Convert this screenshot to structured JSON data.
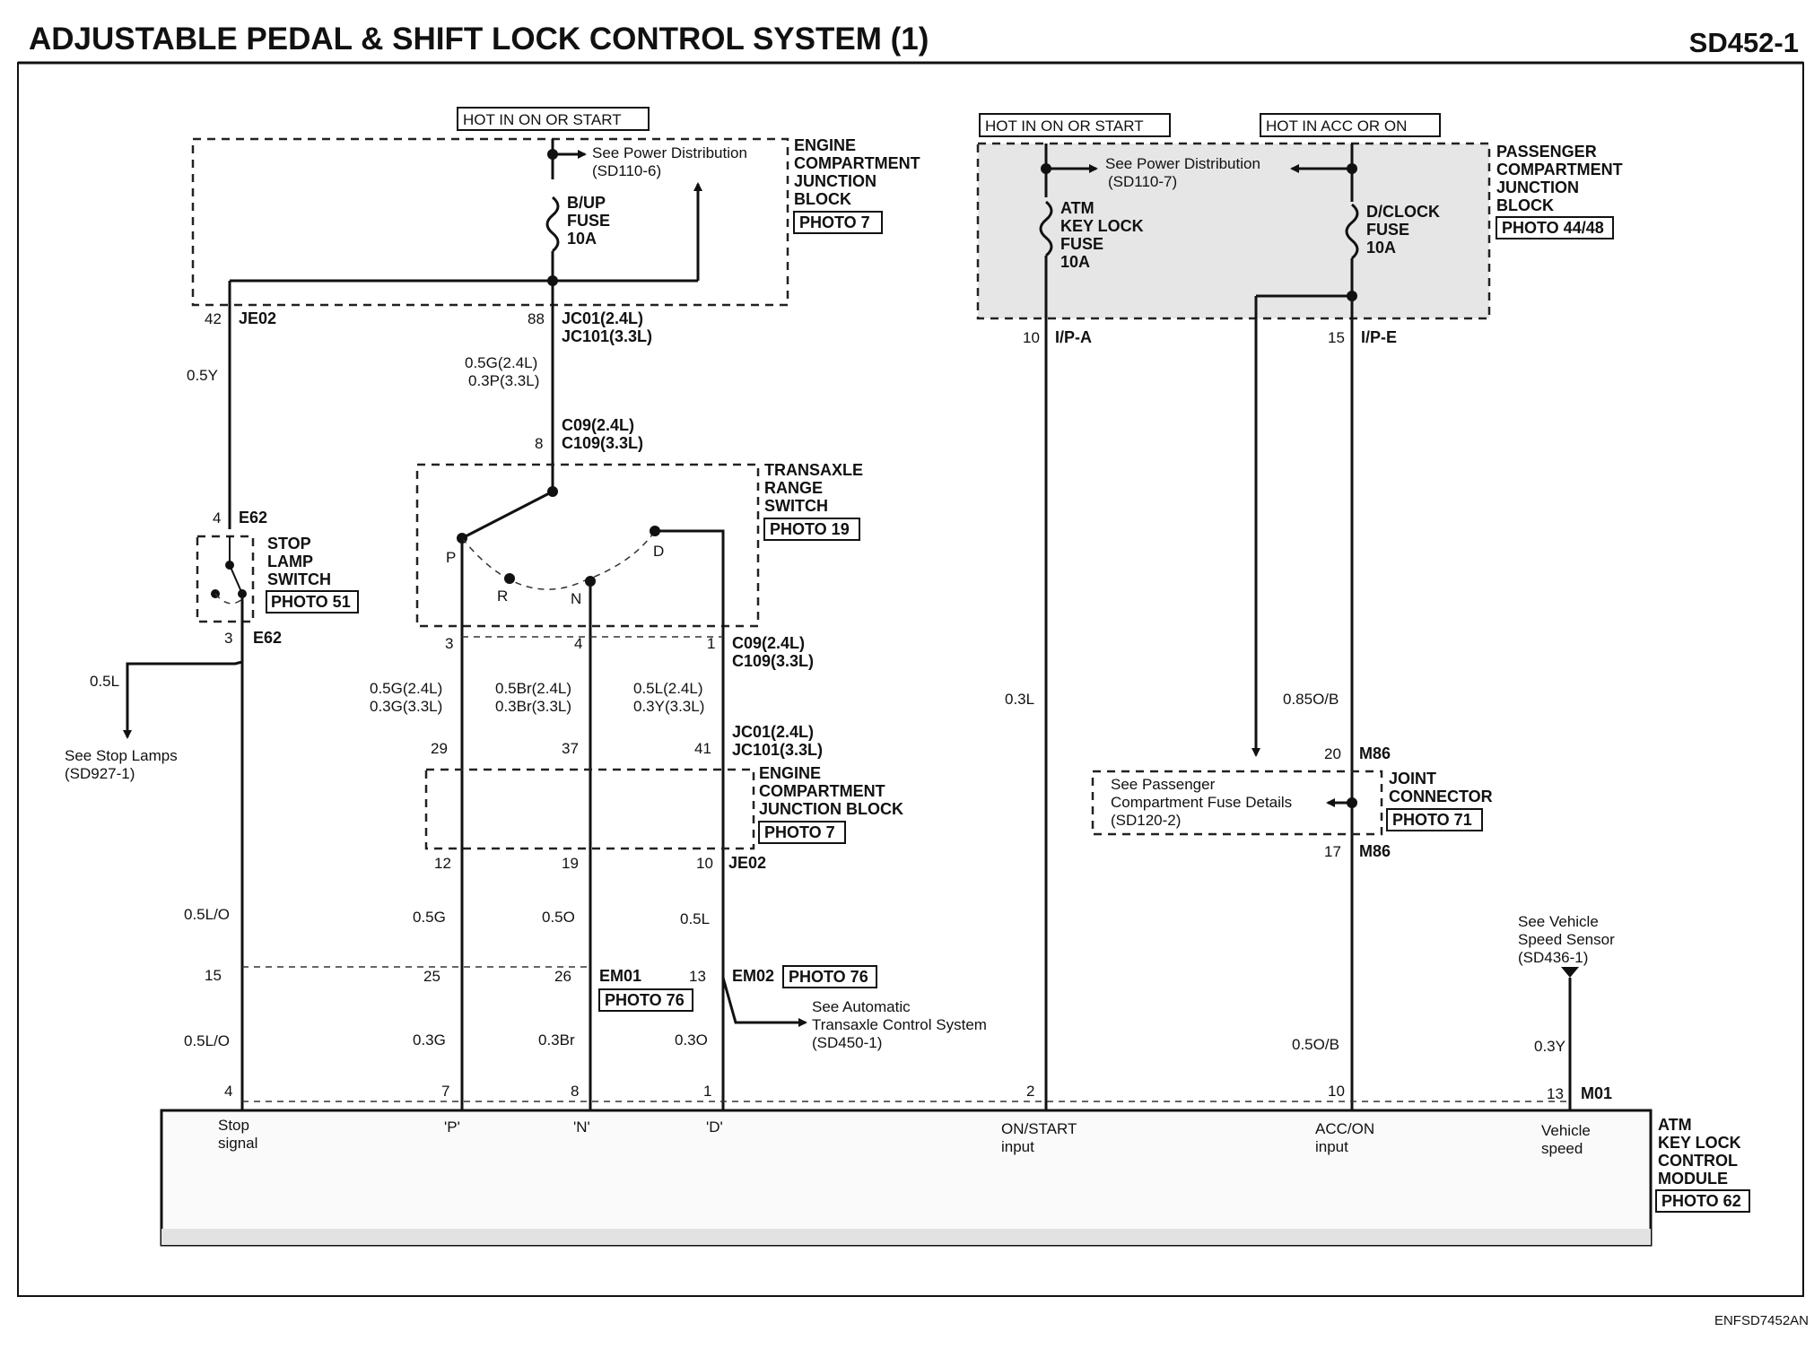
{
  "header": {
    "title": "ADJUSTABLE PEDAL & SHIFT LOCK CONTROL SYSTEM (1)",
    "code": "SD452-1"
  },
  "footer": {
    "id": "ENFSD7452AN"
  },
  "hot_labels": {
    "left": "HOT IN ON OR START",
    "middle": "HOT IN ON OR START",
    "right": "HOT IN ACC OR ON"
  },
  "ecjb_top": {
    "name": [
      "ENGINE",
      "COMPARTMENT",
      "JUNCTION",
      "BLOCK"
    ],
    "photo": "PHOTO 7",
    "power_ref": [
      "See Power Distribution",
      "(SD110-6)"
    ],
    "fuse": [
      "B/UP",
      "FUSE",
      "10A"
    ]
  },
  "pcjb": {
    "name": [
      "PASSENGER",
      "COMPARTMENT",
      "JUNCTION",
      "BLOCK"
    ],
    "photo": "PHOTO 44/48",
    "power_ref": [
      "See Power Distribution",
      "(SD110-7)"
    ],
    "fuse1": [
      "ATM",
      "KEY LOCK",
      "FUSE",
      "10A"
    ],
    "fuse2": [
      "D/CLOCK",
      "FUSE",
      "10A"
    ]
  },
  "connectors": {
    "je02_top": {
      "pin": "42",
      "name": "JE02"
    },
    "jc01_top": {
      "pin": "88",
      "name": [
        "JC01(2.4L)",
        "JC101(3.3L)"
      ]
    },
    "ipa": {
      "pin": "10",
      "name": "I/P-A"
    },
    "ipe": {
      "pin": "15",
      "name": "I/P-E"
    },
    "c09_top": {
      "pin": "8",
      "name": [
        "C09(2.4L)",
        "C109(3.3L)"
      ]
    },
    "e62_top": {
      "pin": "4",
      "name": "E62"
    },
    "e62_bot": {
      "pin": "3",
      "name": "E62"
    },
    "trs_out": {
      "pins": [
        "3",
        "4",
        "1"
      ],
      "name": [
        "C09(2.4L)",
        "C109(3.3L)"
      ]
    },
    "jc01_mid": {
      "pins": [
        "29",
        "37",
        "41"
      ],
      "name": [
        "JC01(2.4L)",
        "JC101(3.3L)"
      ]
    },
    "je02_mid": {
      "pins": [
        "12",
        "19",
        "10"
      ],
      "name": "JE02"
    },
    "m86_top": {
      "pin": "20",
      "name": "M86"
    },
    "m86_bot": {
      "pin": "17",
      "name": "M86"
    },
    "em": {
      "pins": [
        "15",
        "25",
        "26",
        "13"
      ],
      "em01": "EM01",
      "em02": "EM02"
    },
    "m01": {
      "pins": [
        "4",
        "7",
        "8",
        "1",
        "2",
        "10",
        "13"
      ],
      "name": "M01"
    }
  },
  "wires": {
    "w_05y": "0.5Y",
    "w_jc_top": [
      "0.5G(2.4L)",
      "0.3P(3.3L)"
    ],
    "w_05l": "0.5L",
    "w_p_mid": [
      "0.5G(2.4L)",
      "0.3G(3.3L)"
    ],
    "w_n_mid": [
      "0.5Br(2.4L)",
      "0.3Br(3.3L)"
    ],
    "w_d_mid": [
      "0.5L(2.4L)",
      "0.3Y(3.3L)"
    ],
    "w_05lo_a": "0.5L/O",
    "w_05g": "0.5G",
    "w_05o": "0.5O",
    "w_05l_b": "0.5L",
    "w_05lo_b": "0.5L/O",
    "w_03g": "0.3G",
    "w_03br": "0.3Br",
    "w_03o": "0.3O",
    "w_03l": "0.3L",
    "w_085ob": "0.85O/B",
    "w_05ob": "0.5O/B",
    "w_03y": "0.3Y"
  },
  "stop_lamp_switch": {
    "name": [
      "STOP",
      "LAMP",
      "SWITCH"
    ],
    "photo": "PHOTO 51"
  },
  "stop_lamps_ref": [
    "See Stop Lamps",
    "(SD927-1)"
  ],
  "trs": {
    "name": [
      "TRANSAXLE",
      "RANGE",
      "SWITCH"
    ],
    "photo": "PHOTO 19",
    "positions": [
      "P",
      "R",
      "N",
      "D"
    ]
  },
  "ecjb_mid": {
    "name": [
      "ENGINE",
      "COMPARTMENT",
      "JUNCTION BLOCK"
    ],
    "photo": "PHOTO 7"
  },
  "joint_connector": {
    "name": [
      "JOINT",
      "CONNECTOR"
    ],
    "photo": "PHOTO 71",
    "ref": [
      "See Passenger",
      "Compartment Fuse Details",
      "(SD120-2)"
    ]
  },
  "photo76_a": "PHOTO 76",
  "photo76_b": "PHOTO 76",
  "atcs_ref": [
    "See Automatic",
    "Transaxle Control System",
    "(SD450-1)"
  ],
  "vss_ref": [
    "See Vehicle",
    "Speed Sensor",
    "(SD436-1)"
  ],
  "module": {
    "name": [
      "ATM",
      "KEY LOCK",
      "CONTROL",
      "MODULE"
    ],
    "photo": "PHOTO 62",
    "inputs": {
      "stop": [
        "Stop",
        "signal"
      ],
      "p": "'P'",
      "n": "'N'",
      "d": "'D'",
      "onstart": [
        "ON/START",
        "input"
      ],
      "accon": [
        "ACC/ON",
        "input"
      ],
      "speed": [
        "Vehicle",
        "speed"
      ]
    }
  }
}
